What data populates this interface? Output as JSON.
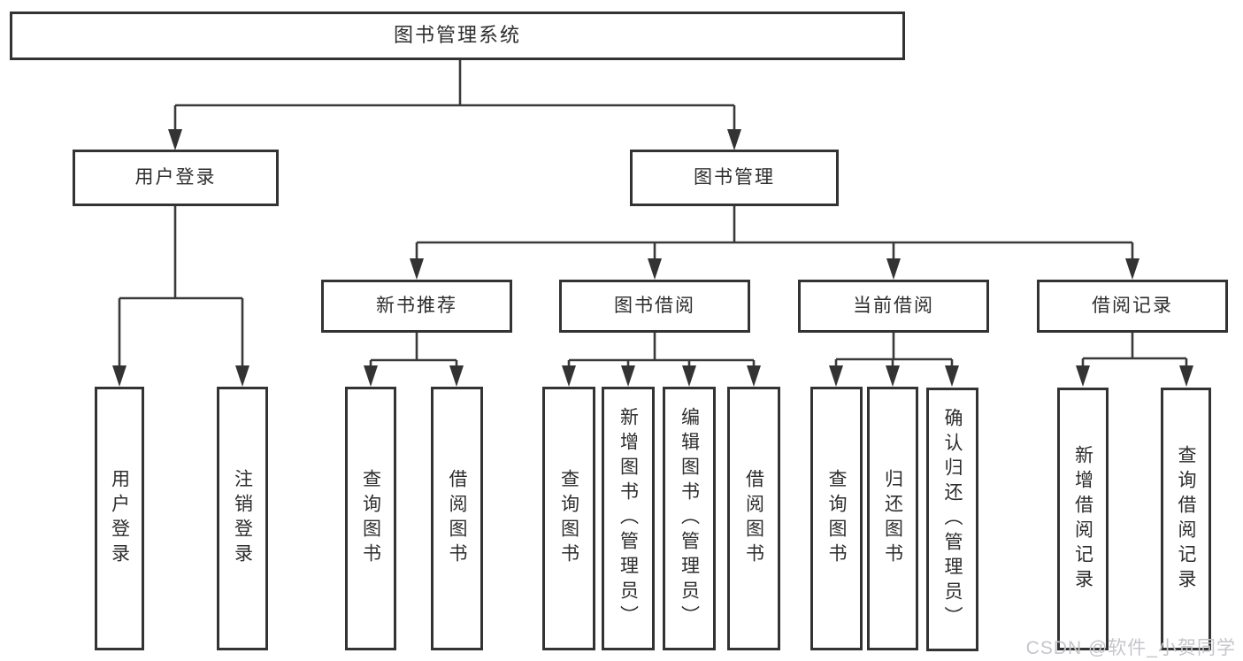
{
  "colors": {
    "box_border": "#333333",
    "connector": "#3a3a3a",
    "text": "#2d2d2d",
    "watermark": "#c5c5cb",
    "background": "#ffffff"
  },
  "tree": {
    "label": "图书管理系统",
    "children": [
      {
        "label": "用户登录",
        "children": [
          {
            "label": "用户登录"
          },
          {
            "label": "注销登录"
          }
        ]
      },
      {
        "label": "图书管理",
        "children": [
          {
            "label": "新书推荐",
            "children": [
              {
                "label": "查询图书"
              },
              {
                "label": "借阅图书"
              }
            ]
          },
          {
            "label": "图书借阅",
            "children": [
              {
                "label": "查询图书"
              },
              {
                "label": "新增图书（管理员）"
              },
              {
                "label": "编辑图书（管理员）"
              },
              {
                "label": "借阅图书"
              }
            ]
          },
          {
            "label": "当前借阅",
            "children": [
              {
                "label": "查询图书"
              },
              {
                "label": "归还图书"
              },
              {
                "label": "确认归还（管理员）"
              }
            ]
          },
          {
            "label": "借阅记录",
            "children": [
              {
                "label": "新增借阅记录"
              },
              {
                "label": "查询借阅记录"
              }
            ]
          }
        ]
      }
    ]
  },
  "watermark": {
    "text": "CSDN @软件_小贺同学"
  }
}
